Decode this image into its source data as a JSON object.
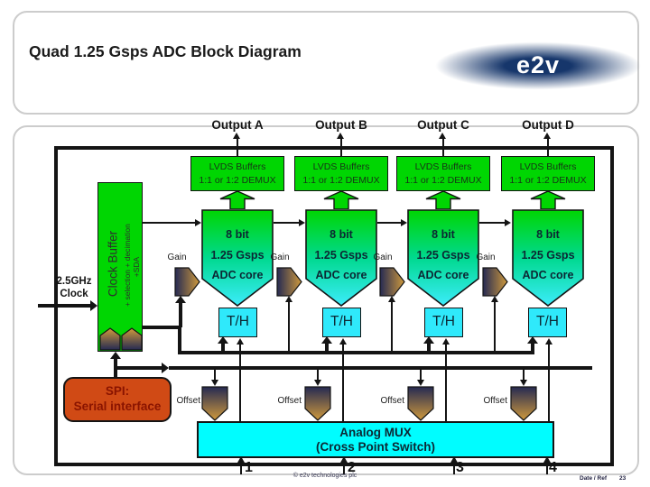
{
  "slide": {
    "title": "Quad 1.25 Gsps ADC Block Diagram",
    "logo": "e2v",
    "copyright": "© e2v technologies plc",
    "date_ref": "Date / Ref",
    "page_number": "23"
  },
  "diagram": {
    "outputs": [
      "Output A",
      "Output B",
      "Output C",
      "Output D"
    ],
    "lvds": {
      "line1": "LVDS Buffers",
      "line2": "1:1 or 1:2 DEMUX"
    },
    "adc_core": {
      "line1": "8 bit",
      "line2": "1.25 Gsps",
      "line3": "ADC core"
    },
    "th_label": "T/H",
    "gain_label": "Gain",
    "offset_label": "Offset",
    "clock_source": {
      "line1": "2.5GHz",
      "line2": "Clock"
    },
    "clock_buffer": {
      "main": "Clock Buffer",
      "sub": "+ selection + decimation",
      "sda": "+SDA"
    },
    "spi": {
      "line1": "SPI:",
      "line2": "Serial interface"
    },
    "mux": {
      "line1": "Analog MUX",
      "line2": "(Cross Point Switch)"
    },
    "pins": [
      "1",
      "2",
      "3",
      "4"
    ]
  },
  "colors": {
    "green": "#00d602",
    "th_cyan": "#2fe9fb",
    "mux_cyan": "#00fdff",
    "logo_navy": "#16366b",
    "spi_fill": "#d04a15",
    "spi_text": "#8a1400",
    "pent_navy": "#252a52",
    "pent_gold": "#cf9a3d"
  }
}
